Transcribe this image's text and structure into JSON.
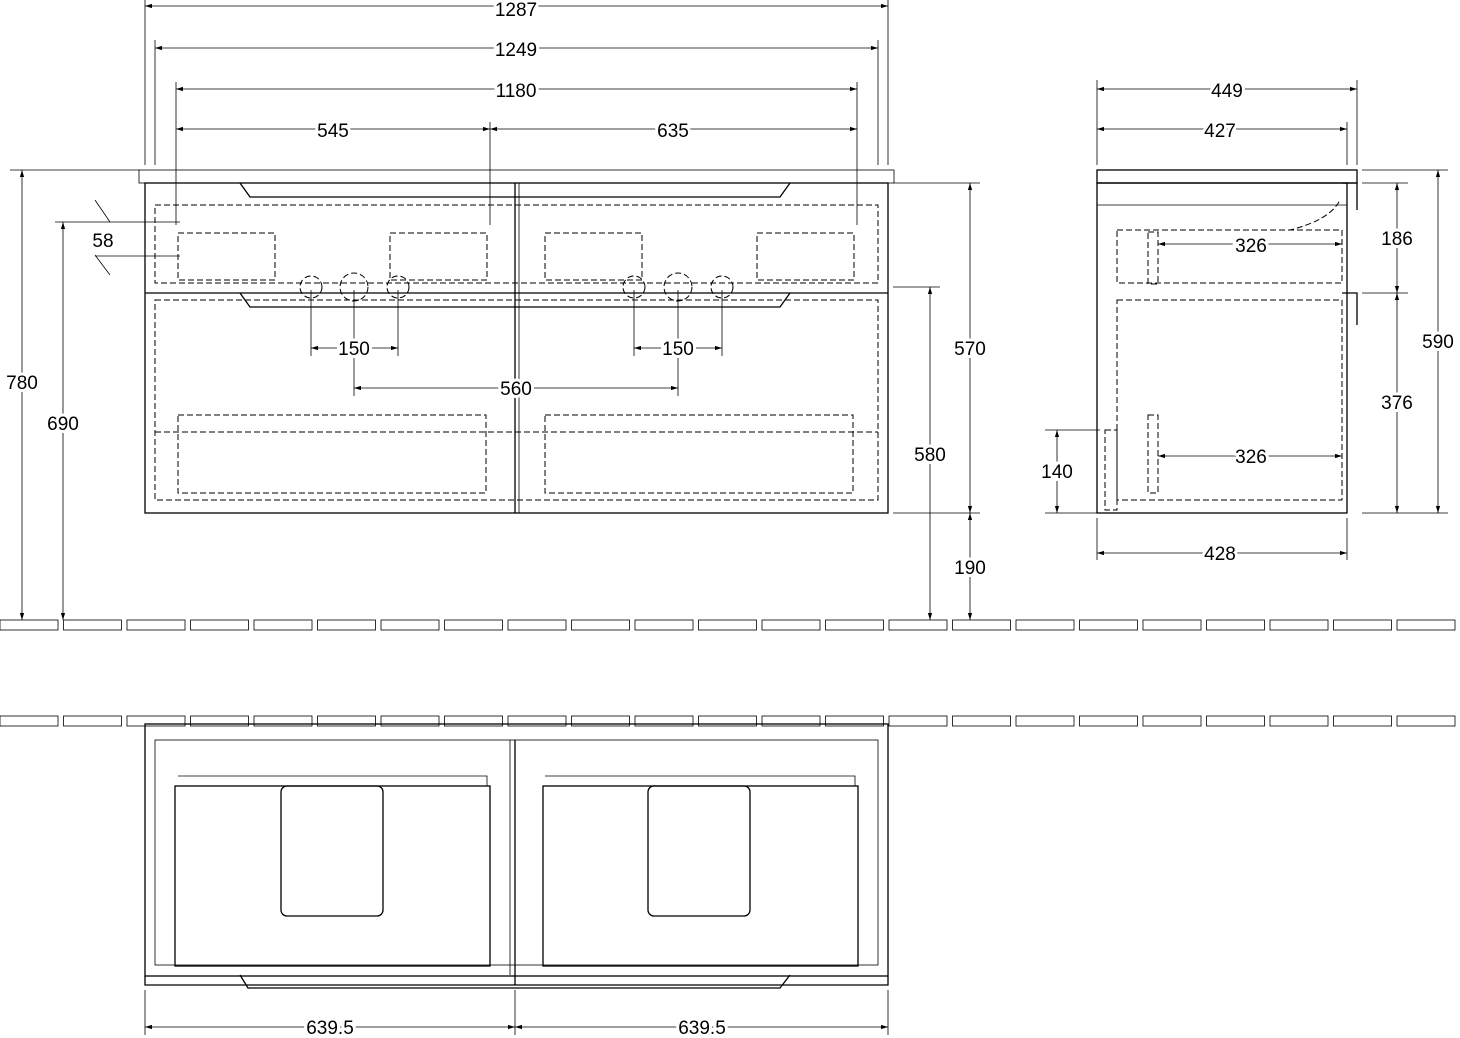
{
  "drawing": {
    "front_view": {
      "overall_width": "1287",
      "body_width": "1249",
      "inner_width": "1180",
      "left_offset": "545",
      "right_offset": "635",
      "tap_drop": "58",
      "total_height": "780",
      "tap_height": "690",
      "tap_spacing_left": "150",
      "tap_spacing_right": "150",
      "basin_spacing": "560",
      "cabinet_height": "570",
      "waste_height": "580",
      "plinth_height": "190"
    },
    "side_view": {
      "overall_depth": "449",
      "body_depth": "427",
      "upper_drawer_height": "186",
      "upper_drawer_depth": "326",
      "total_height": "590",
      "lower_drawer_height": "376",
      "lower_drawer_depth": "326",
      "siphon_height": "140",
      "base_depth": "428"
    },
    "plan_view": {
      "left_half": "639.5",
      "right_half": "639.5"
    }
  }
}
